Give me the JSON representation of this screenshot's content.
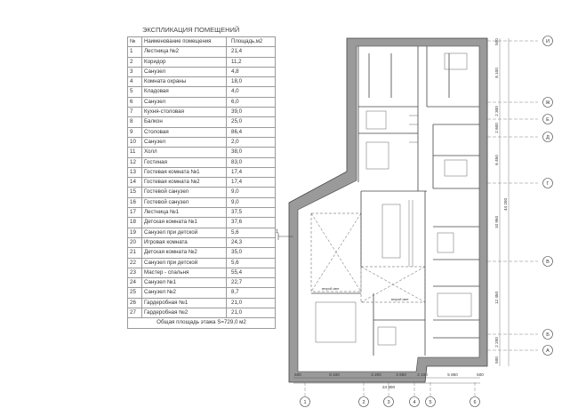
{
  "schedule": {
    "title": "ЭКСПЛИКАЦИЯ ПОМЕЩЕНИЙ",
    "header": {
      "no": "№",
      "name": "Наименование помещения",
      "area": "Площадь,м2"
    },
    "rows": [
      {
        "no": "1",
        "name": "Лестница №2",
        "area": "21,4"
      },
      {
        "no": "2",
        "name": "Коридор",
        "area": "11,2"
      },
      {
        "no": "3",
        "name": "Санузел",
        "area": "4,8"
      },
      {
        "no": "4",
        "name": "Комната охраны",
        "area": "18,0"
      },
      {
        "no": "5",
        "name": "Кладовая",
        "area": "4,0"
      },
      {
        "no": "6",
        "name": "Санузел",
        "area": "6,0"
      },
      {
        "no": "7",
        "name": "Кухня-столовая",
        "area": "39,0"
      },
      {
        "no": "8",
        "name": "Балкон",
        "area": "25,0"
      },
      {
        "no": "9",
        "name": "Столовая",
        "area": "86,4"
      },
      {
        "no": "10",
        "name": "Санузел",
        "area": "2,0"
      },
      {
        "no": "11",
        "name": "Холл",
        "area": "38,0"
      },
      {
        "no": "12",
        "name": "Гостиная",
        "area": "83,0"
      },
      {
        "no": "13",
        "name": "Гостевая комната №1",
        "area": "17,4"
      },
      {
        "no": "14",
        "name": "Гостевая комната №2",
        "area": "17,4"
      },
      {
        "no": "15",
        "name": "Гостевой санузел",
        "area": "9,0"
      },
      {
        "no": "16",
        "name": "Гостевой санузел",
        "area": "9,0"
      },
      {
        "no": "17",
        "name": "Лестница №1",
        "area": "37,5"
      },
      {
        "no": "18",
        "name": "Детская комната №1",
        "area": "37,6"
      },
      {
        "no": "19",
        "name": "Санузел при детской",
        "area": "5,6"
      },
      {
        "no": "20",
        "name": "Игровая комната",
        "area": "24,3"
      },
      {
        "no": "21",
        "name": "Детская комната №2",
        "area": "35,0"
      },
      {
        "no": "22",
        "name": "Санузел при детской",
        "area": "5,6"
      },
      {
        "no": "23",
        "name": "Мастер - спальня",
        "area": "55,4"
      },
      {
        "no": "24",
        "name": "Санузел №1",
        "area": "22,7"
      },
      {
        "no": "25",
        "name": "Санузел №2",
        "area": "8,7"
      },
      {
        "no": "26",
        "name": "Гардеробная №1",
        "area": "21,0"
      },
      {
        "no": "27",
        "name": "Гардеробная №2",
        "area": "21,0"
      }
    ],
    "total": "Общая площадь этажа S=729,0 м2"
  },
  "plan": {
    "axes_right": [
      "И",
      "Ж",
      "Е",
      "Д",
      "Г",
      "В",
      "Б",
      "А"
    ],
    "axes_bottom": [
      "1",
      "2",
      "3",
      "4",
      "5",
      "6"
    ],
    "dims_bottom": [
      "500",
      "8 100",
      "3 200",
      "3 650",
      "2 100",
      "5 850",
      "500"
    ],
    "dim_bottom_total": "24 900",
    "dims_right": [
      "500",
      "8 100",
      "2 300",
      "2 600",
      "6 450",
      "10 950",
      "12 450",
      "2 200",
      "500"
    ],
    "dim_right_total": "44 200",
    "labels": {
      "second_light_1": "второй свет",
      "second_light_2": "второй свет",
      "section_mark": "1"
    }
  },
  "colors": {
    "wall": "#8f8f8f",
    "line": "#555555",
    "text": "#333333"
  }
}
